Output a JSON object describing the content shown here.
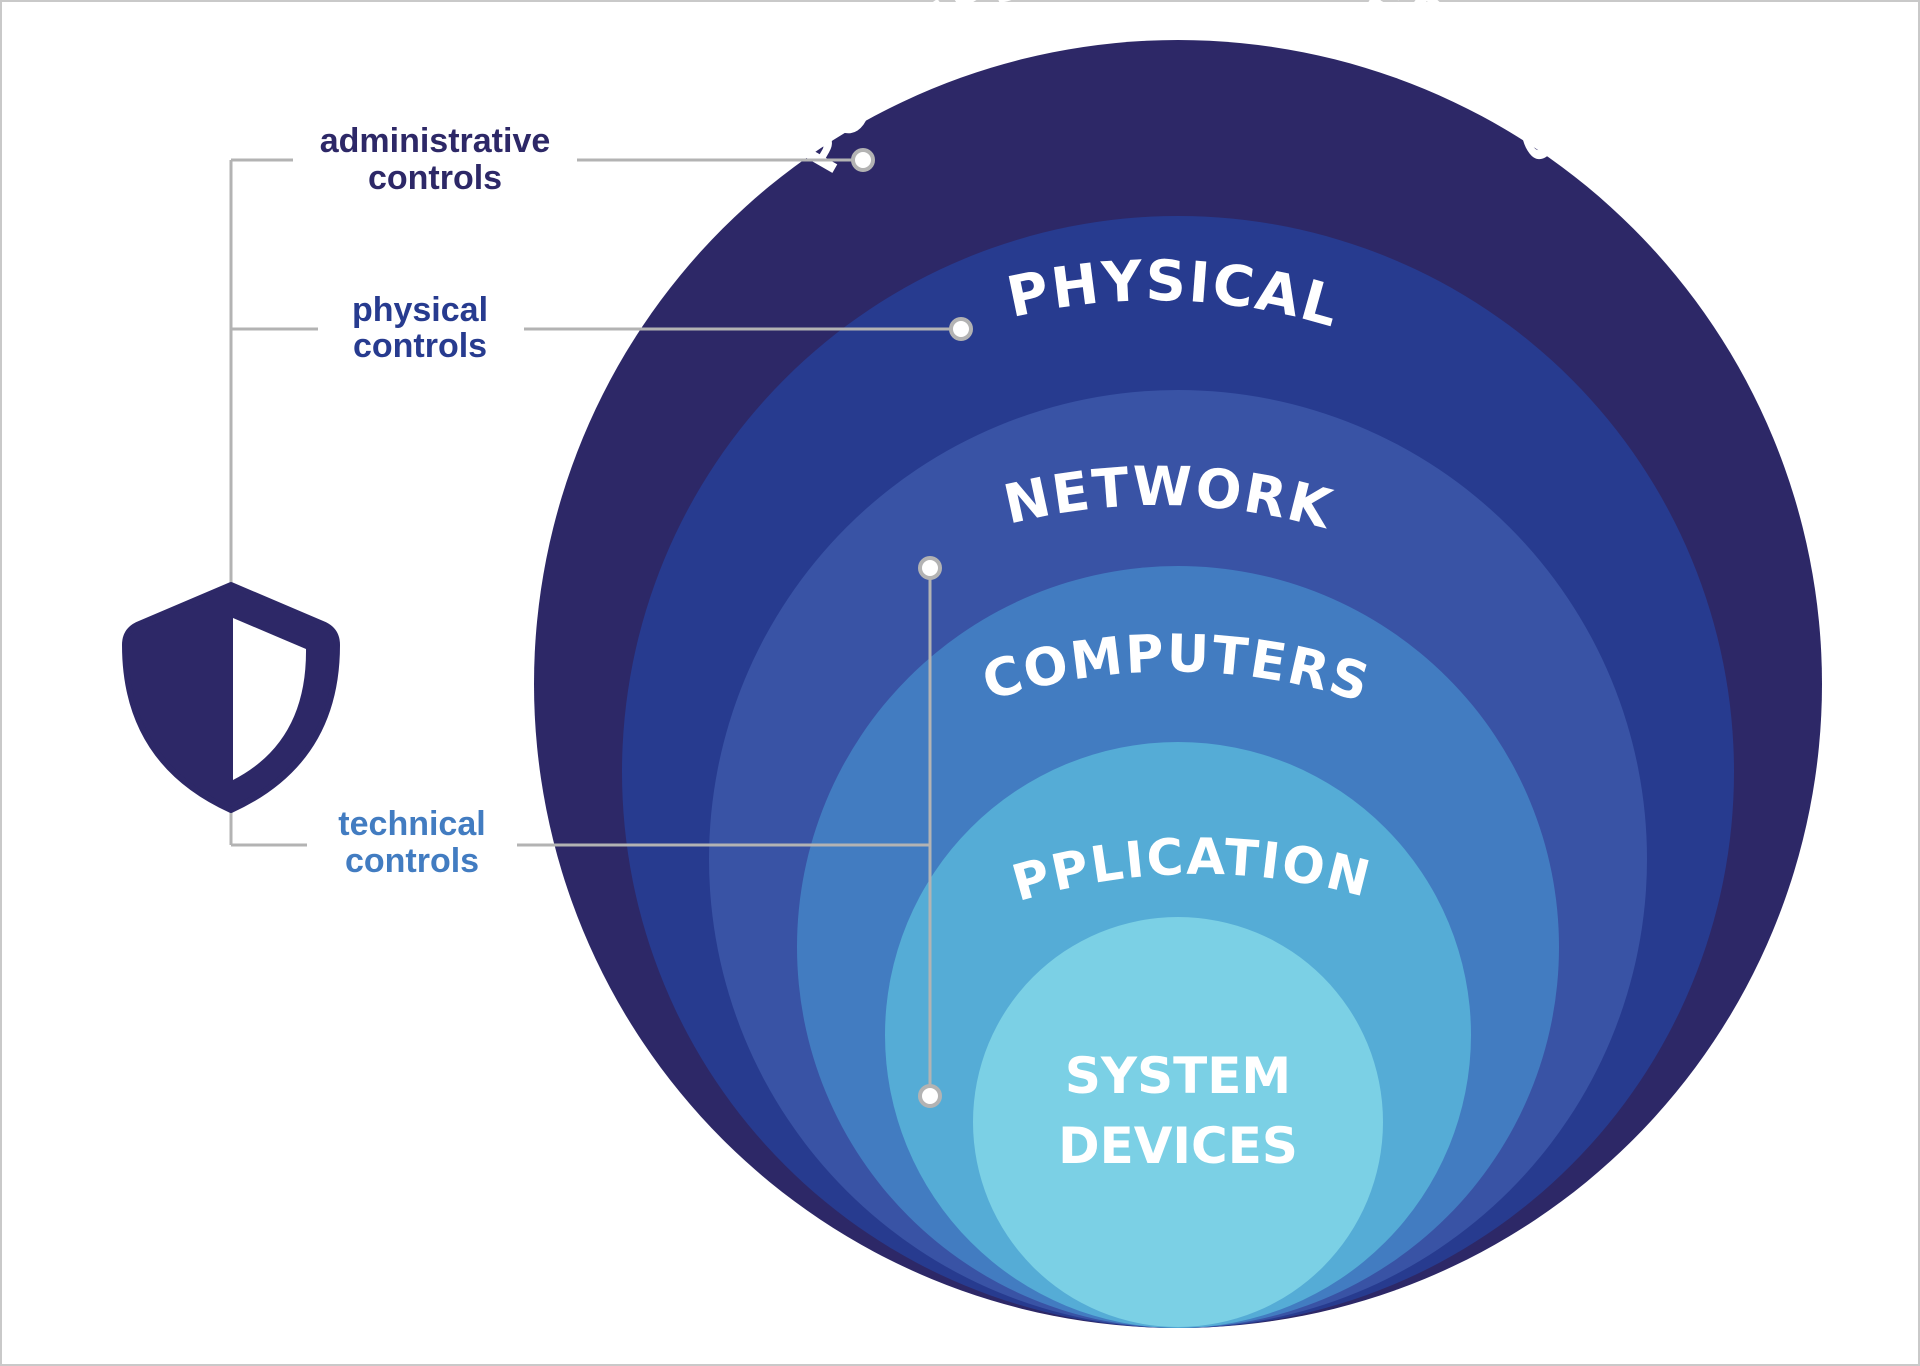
{
  "diagram": {
    "layers": {
      "policies": "POLICIES AND PROCEDURES",
      "physical": "PHYSICAL",
      "network": "NETWORK",
      "computers": "COMPUTERS",
      "applications": "APPLICATIONS",
      "system_devices_line1": "SYSTEM",
      "system_devices_line2": "DEVICES"
    },
    "controls": {
      "administrative_line1": "administrative",
      "administrative_line2": "controls",
      "physical_line1": "physical",
      "physical_line2": "controls",
      "technical_line1": "technical",
      "technical_line2": "controls"
    },
    "colors": {
      "policies": "#2d2867",
      "physical": "#273b8f",
      "network": "#3953a5",
      "computers": "#427cc1",
      "applications": "#55acd6",
      "system_devices": "#7bd0e5",
      "administrative_label": "#2d2867",
      "physical_label": "#273b8f",
      "technical_label": "#427cc1",
      "connector": "#b3b3b3"
    },
    "icon": "shield-icon"
  }
}
